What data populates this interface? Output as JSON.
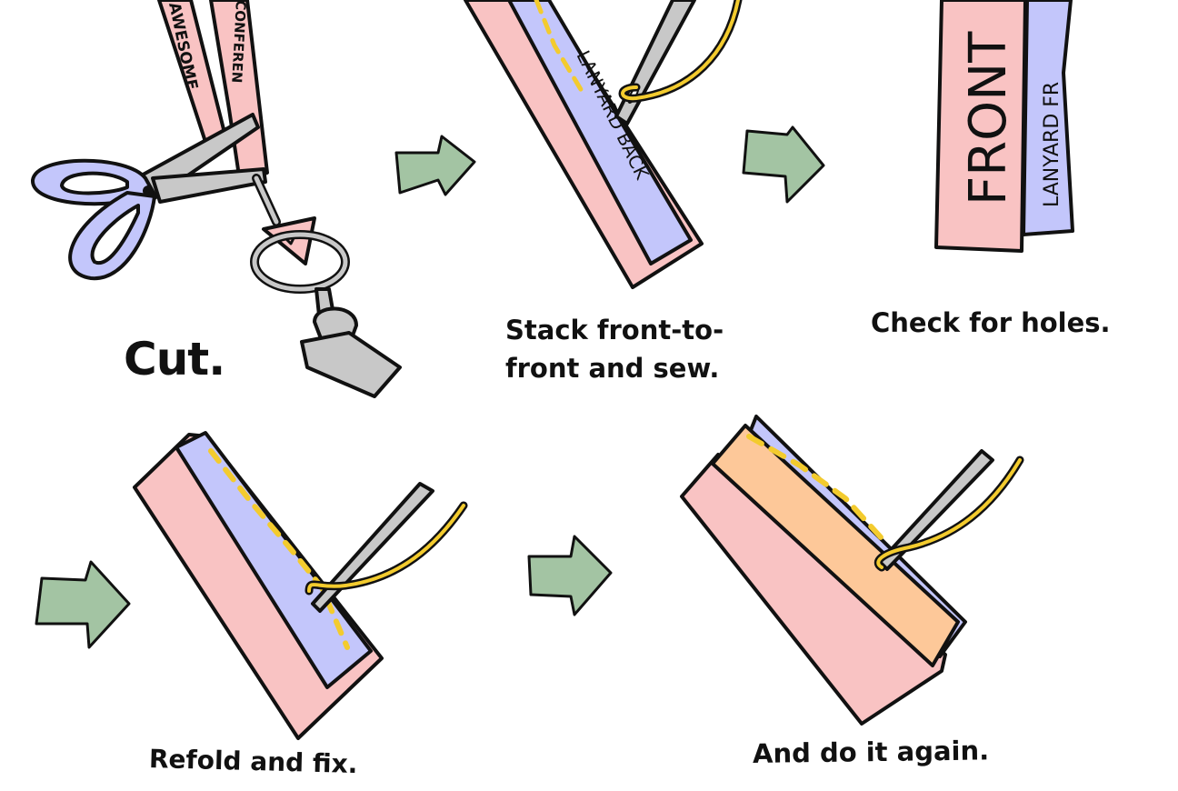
{
  "steps": [
    {
      "caption": "Cut."
    },
    {
      "caption_line1": "Stack front-to-",
      "caption_line2": "front and sew."
    },
    {
      "caption": "Check for holes."
    },
    {
      "caption": "Refold and fix."
    },
    {
      "caption": "And do it again."
    }
  ],
  "lanyard_text": {
    "cut_strip_left": "AWESOME",
    "cut_strip_right": "CONFEREN",
    "sew_strip": "LANYARD BACK",
    "front_strip": "FRONT",
    "back_strip": "LANYARD FR"
  },
  "colors": {
    "pink": "#f9c3c3",
    "lavender": "#c3c6fb",
    "orange": "#fdc899",
    "arrow_green": "#a3c4a3",
    "thread_yellow": "#f3cb2e",
    "metal_gray": "#c8c8c8",
    "outline": "#111111"
  },
  "icons": [
    "scissors-icon",
    "needle-icon",
    "thread-icon",
    "arrow-right-icon",
    "lanyard-clip-icon"
  ]
}
